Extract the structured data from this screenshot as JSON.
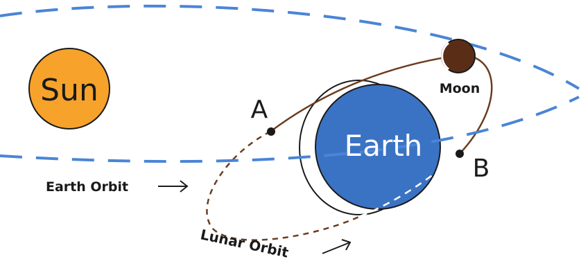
{
  "labels": {
    "sun": "Sun",
    "earth": "Earth",
    "moon": "Moon",
    "point_a": "A",
    "point_b": "B",
    "earth_orbit": "Earth Orbit",
    "lunar_orbit": "Lunar Orbit"
  },
  "colors": {
    "sun_fill": "#F7A22B",
    "sun_stroke": "#1A1A1A",
    "earth_fill": "#3B73C4",
    "earth_orbit": "#4A85D6",
    "lunar_orbit": "#6B3D20",
    "moon_fill": "#5A2E16",
    "text": "#1A1A1A"
  }
}
